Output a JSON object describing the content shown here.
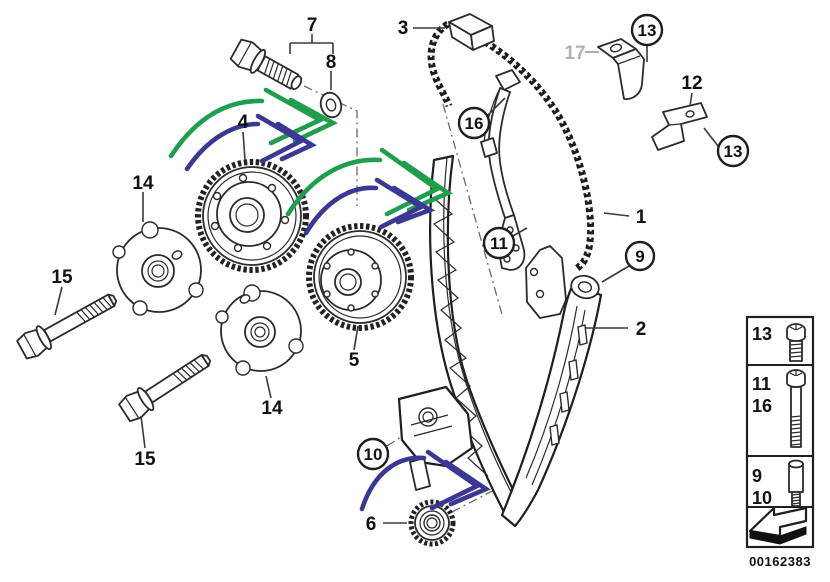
{
  "diagram": {
    "title_semantic": "timing-gear-train-parts-diagram",
    "drawing_number": "00162383",
    "colors": {
      "arrow_green": "#1f9e4e",
      "arrow_blue": "#3b3794",
      "muted_callout": "#b0b0b0",
      "line": "#1f1f1f"
    },
    "callouts": {
      "c1": "1",
      "c2": "2",
      "c3": "3",
      "c4": "4",
      "c5": "5",
      "c6": "6",
      "c7": "7",
      "c8": "8",
      "c9": "9",
      "c10": "10",
      "c11": "11",
      "c12": "12",
      "c13_top": "13",
      "c13_right": "13",
      "c14_upper": "14",
      "c14_lower": "14",
      "c15_upper": "15",
      "c15_lower": "15",
      "c16": "16",
      "c17": "17"
    },
    "legend": {
      "row1": {
        "label": "13",
        "icon": "flanged-bolt-short-icon"
      },
      "row2": {
        "label_a": "11",
        "label_b": "16",
        "icon": "flanged-bolt-long-icon"
      },
      "row3": {
        "label_a": "9",
        "label_b": "10",
        "icon": "stud-bolt-icon"
      },
      "row4": {
        "icon": "direction-arrow-icon"
      }
    },
    "annotations": {
      "green_curved_arrows": 2,
      "blue_curved_arrows": 3
    }
  }
}
